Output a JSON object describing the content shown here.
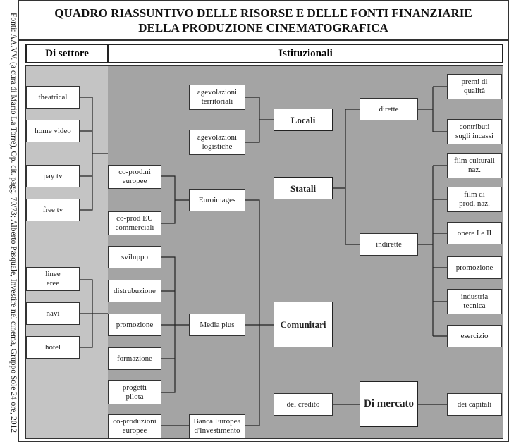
{
  "source_note": "Fonti: AA.VV. (a cura di Mario La Torre), Op. cit. pagg. 70/73; Alberto Pasquale, Investire nel cinema, Gruppo Sole 24 ore, 2012",
  "title": "QUADRO RIASSUNTIVO DELLE RISORSE E DELLE FONTI FINANZIARIE\nDELLA PRODUZIONE CINEMATOGRAFICA",
  "headers": {
    "di_settore": "Di settore",
    "istituzionali": "Istituzionali"
  },
  "settore": {
    "top": [
      "theatrical",
      "home video",
      "pay tv",
      "free tv"
    ],
    "bottom": [
      "linee\neree",
      "navi",
      "hotel"
    ]
  },
  "agevolazioni": [
    "agevolazioni\nterritoriali",
    "agevolazioni\nlogistiche"
  ],
  "euro": [
    "co-prod.ni\neuropee",
    "co-prod EU\ncommerciali"
  ],
  "media": [
    "sviluppo",
    "distrubuzione",
    "promozione",
    "formazione",
    "progetti\npilota"
  ],
  "bei_left": "co-produzioni\neuropee",
  "hubs": {
    "euroimages": "Euroimages",
    "media_plus": "Media plus",
    "bei": "Banca Europea\nd'Investimento",
    "locali": "Locali",
    "statali": "Statali",
    "comunitari": "Comunitari",
    "di_mercato": "Di mercato",
    "dirette": "dirette",
    "indirette": "indirette",
    "del_credito": "del credito",
    "dei_capitali": "dei capitali"
  },
  "dirette_items": [
    "premi di\nqualità",
    "contributi\nsugli incassi"
  ],
  "indirette_items": [
    "film culturali\nnaz.",
    "film di\nprod. naz.",
    "opere  I e II",
    "promozione",
    "industria\ntecnica",
    "esercizio"
  ]
}
